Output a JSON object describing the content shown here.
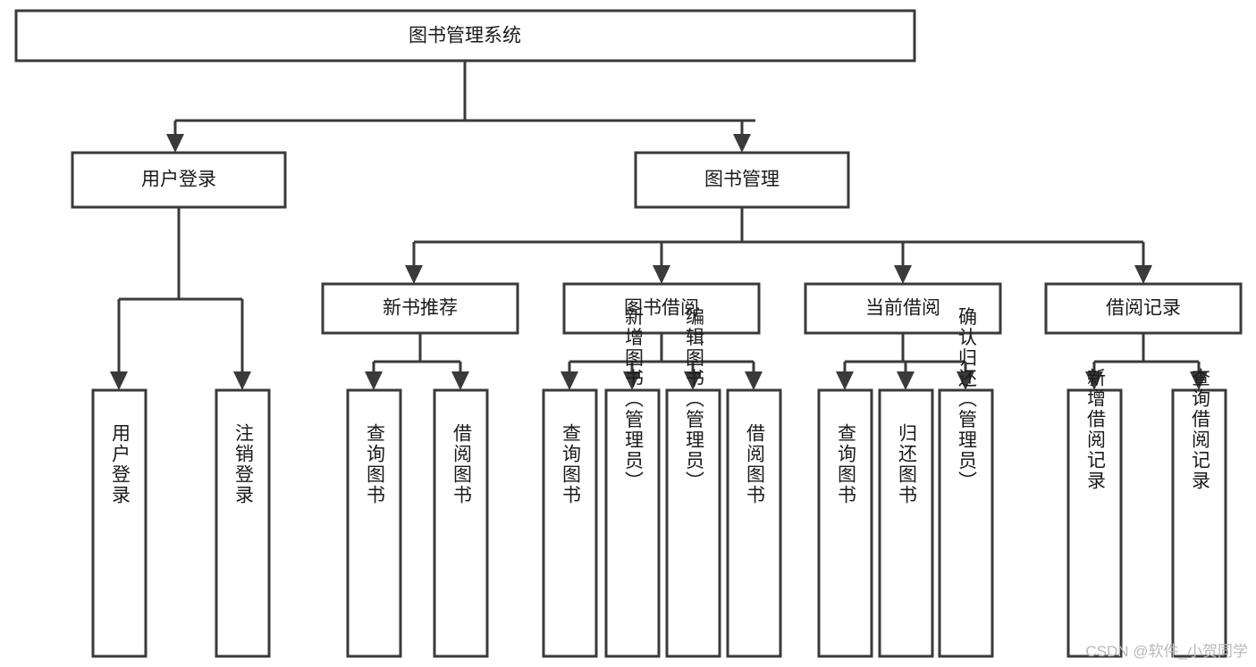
{
  "diagram": {
    "type": "tree-hierarchy",
    "orientation": "top-down",
    "root": {
      "id": "root",
      "label": "图书管理系统"
    },
    "level1": [
      {
        "id": "user-login",
        "label": "用户登录"
      },
      {
        "id": "book-manage",
        "label": "图书管理"
      }
    ],
    "level2": [
      {
        "id": "new-book-recommend",
        "label": "新书推荐",
        "parent": "book-manage"
      },
      {
        "id": "book-borrow",
        "label": "图书借阅",
        "parent": "book-manage"
      },
      {
        "id": "current-borrow",
        "label": "当前借阅",
        "parent": "book-manage"
      },
      {
        "id": "borrow-record",
        "label": "借阅记录",
        "parent": "book-manage"
      }
    ],
    "leaves": [
      {
        "id": "leaf-user-login",
        "label": "用户登录",
        "parent": "user-login"
      },
      {
        "id": "leaf-logout-login",
        "label": "注销登录",
        "parent": "user-login"
      },
      {
        "id": "leaf-query-book-1",
        "label": "查询图书",
        "parent": "new-book-recommend"
      },
      {
        "id": "leaf-borrow-book-1",
        "label": "借阅图书",
        "parent": "new-book-recommend"
      },
      {
        "id": "leaf-query-book-2",
        "label": "查询图书",
        "parent": "book-borrow"
      },
      {
        "id": "leaf-add-book",
        "label": "新增图书（管理员）",
        "parent": "book-borrow"
      },
      {
        "id": "leaf-edit-book",
        "label": "编辑图书（管理员）",
        "parent": "book-borrow"
      },
      {
        "id": "leaf-borrow-book-2",
        "label": "借阅图书",
        "parent": "book-borrow"
      },
      {
        "id": "leaf-query-book-3",
        "label": "查询图书",
        "parent": "current-borrow"
      },
      {
        "id": "leaf-return-book",
        "label": "归还图书",
        "parent": "current-borrow"
      },
      {
        "id": "leaf-confirm-return",
        "label": "确认归还（管理员）",
        "parent": "current-borrow"
      },
      {
        "id": "leaf-add-borrow-record",
        "label": "新增借阅记录",
        "parent": "borrow-record"
      },
      {
        "id": "leaf-query-borrow-record",
        "label": "查询借阅记录",
        "parent": "borrow-record"
      }
    ]
  },
  "watermark": {
    "text": "CSDN @软件_小贺同学"
  },
  "colors": {
    "stroke": "#3a3a3a",
    "box_fill": "#ffffff",
    "text": "#1a1a1a",
    "background": "#ffffff",
    "watermark": "#b9b9b9"
  }
}
